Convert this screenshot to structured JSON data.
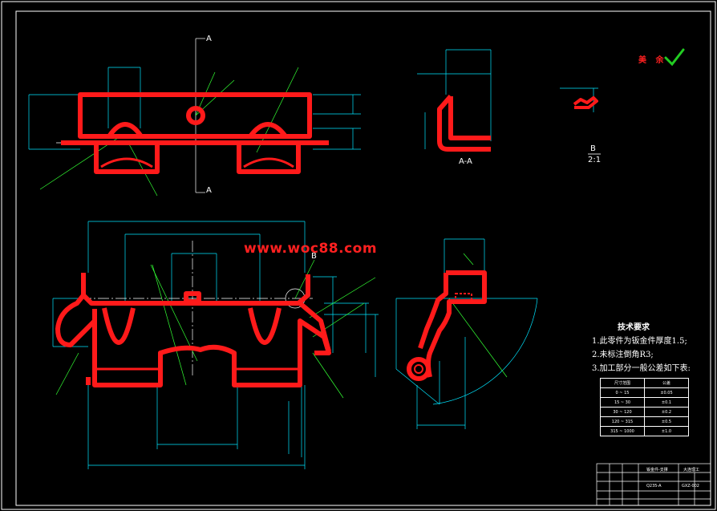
{
  "drawing": {
    "watermark": "www.woc88.com",
    "section_marks": {
      "top": "A",
      "bottom": "A",
      "view": "A-A"
    },
    "detail": {
      "letter": "B",
      "scale": "2:1",
      "callout": "B"
    },
    "stamp_text": "美 余",
    "technical_requirements": {
      "heading": "技术要求",
      "items": [
        "1.此零件为钣金件厚度1.5;",
        "2.未标注倒角R3;",
        "3.加工部分一般公差如下表:"
      ]
    },
    "tolerance_table": {
      "headers": [
        "尺寸范围",
        "公差"
      ],
      "rows": [
        [
          "0 ~ 15",
          "±0.05"
        ],
        [
          "15 ~ 30",
          "±0.1"
        ],
        [
          "30 ~ 120",
          "±0.2"
        ],
        [
          "120 ~ 315",
          "±0.5"
        ],
        [
          "315 ~ 1000",
          "±1.0"
        ]
      ]
    },
    "title_block": {
      "company": "大连理工",
      "drawing_name": "钣金件-支撑",
      "drawing_no": "GXZ-002",
      "material": "Q235-A"
    },
    "colors": {
      "background": "#000000",
      "part_outline": "#ff1a1a",
      "dimension": "#00e5ff",
      "leader": "#33ff33",
      "frame": "#ffffff",
      "check": "#22cc22"
    }
  }
}
